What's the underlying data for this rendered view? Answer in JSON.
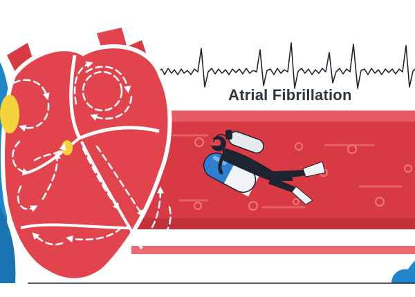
{
  "illustration": {
    "title": "Atrial Fibrillation",
    "colors": {
      "heart_red": "#e2444d",
      "heart_dark": "#c8323b",
      "vessel_red": "#d83a44",
      "vessel_light": "#e05a63",
      "pill_blue": "#2f7fd1",
      "pill_white": "#f2f4f7",
      "diver_black": "#1d2430",
      "node_yellow": "#f3d43a",
      "vein_blue": "#1e86c9",
      "ecg_line": "#1e2630"
    },
    "elements": [
      "heart-icon",
      "blood-vessel",
      "ecg-waveform",
      "scuba-diver-icon",
      "capsule-pill-icon",
      "blood-cell-icon"
    ]
  }
}
